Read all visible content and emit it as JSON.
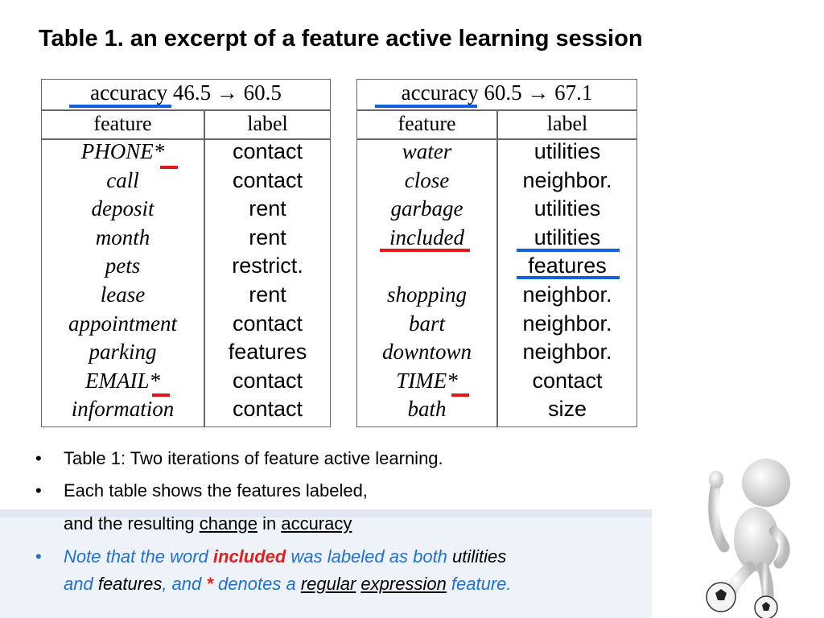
{
  "title": "Table 1. an excerpt of a feature active learning session",
  "tables": [
    {
      "accuracy_word": "accuracy",
      "accuracy_values": "46.5 → 60.5",
      "header_feature": "feature",
      "header_label": "label",
      "rows": [
        {
          "feature": "PHONE*",
          "label": "contact"
        },
        {
          "feature": "call",
          "label": "contact"
        },
        {
          "feature": "deposit",
          "label": "rent"
        },
        {
          "feature": "month",
          "label": "rent"
        },
        {
          "feature": "pets",
          "label": "restrict."
        },
        {
          "feature": "lease",
          "label": "rent"
        },
        {
          "feature": "appointment",
          "label": "contact"
        },
        {
          "feature": "parking",
          "label": "features"
        },
        {
          "feature": "EMAIL*",
          "label": "contact"
        },
        {
          "feature": "information",
          "label": "contact"
        }
      ]
    },
    {
      "accuracy_word": "accuracy",
      "accuracy_values": "60.5 → 67.1",
      "header_feature": "feature",
      "header_label": "label",
      "rows": [
        {
          "feature": "water",
          "label": "utilities"
        },
        {
          "feature": "close",
          "label": "neighbor."
        },
        {
          "feature": "garbage",
          "label": "utilities"
        },
        {
          "feature": "included",
          "label": "utilities"
        },
        {
          "feature": "",
          "label": "features"
        },
        {
          "feature": "shopping",
          "label": "neighbor."
        },
        {
          "feature": "bart",
          "label": "neighbor."
        },
        {
          "feature": "downtown",
          "label": "neighbor."
        },
        {
          "feature": "TIME*",
          "label": "contact"
        },
        {
          "feature": "bath",
          "label": "size"
        }
      ]
    }
  ],
  "bullets": {
    "b1": "Table 1: Two iterations of feature active learning.",
    "b2": "Each table shows the features labeled,",
    "b2_cont_pre": "and the resulting ",
    "b2_change": "change",
    "b2_in": " in ",
    "b2_accuracy": "accuracy",
    "b3_pre": "Note that the word ",
    "b3_included": "included",
    "b3_mid": " was labeled as both ",
    "b3_utilities": "utilities",
    "b3_and": "and ",
    "b3_features": "features",
    "b3_comma": ", and ",
    "b3_star": "*",
    "b3_denotes": " denotes a ",
    "b3_regular": "regular",
    "b3_expression": "expression",
    "b3_feature": " feature."
  },
  "colors": {
    "accent_blue": "#1f6fd6",
    "underline_blue": "#1060e0",
    "highlight_red": "#e02020"
  },
  "icons": [
    "figure-with-soccer-balls-icon"
  ]
}
